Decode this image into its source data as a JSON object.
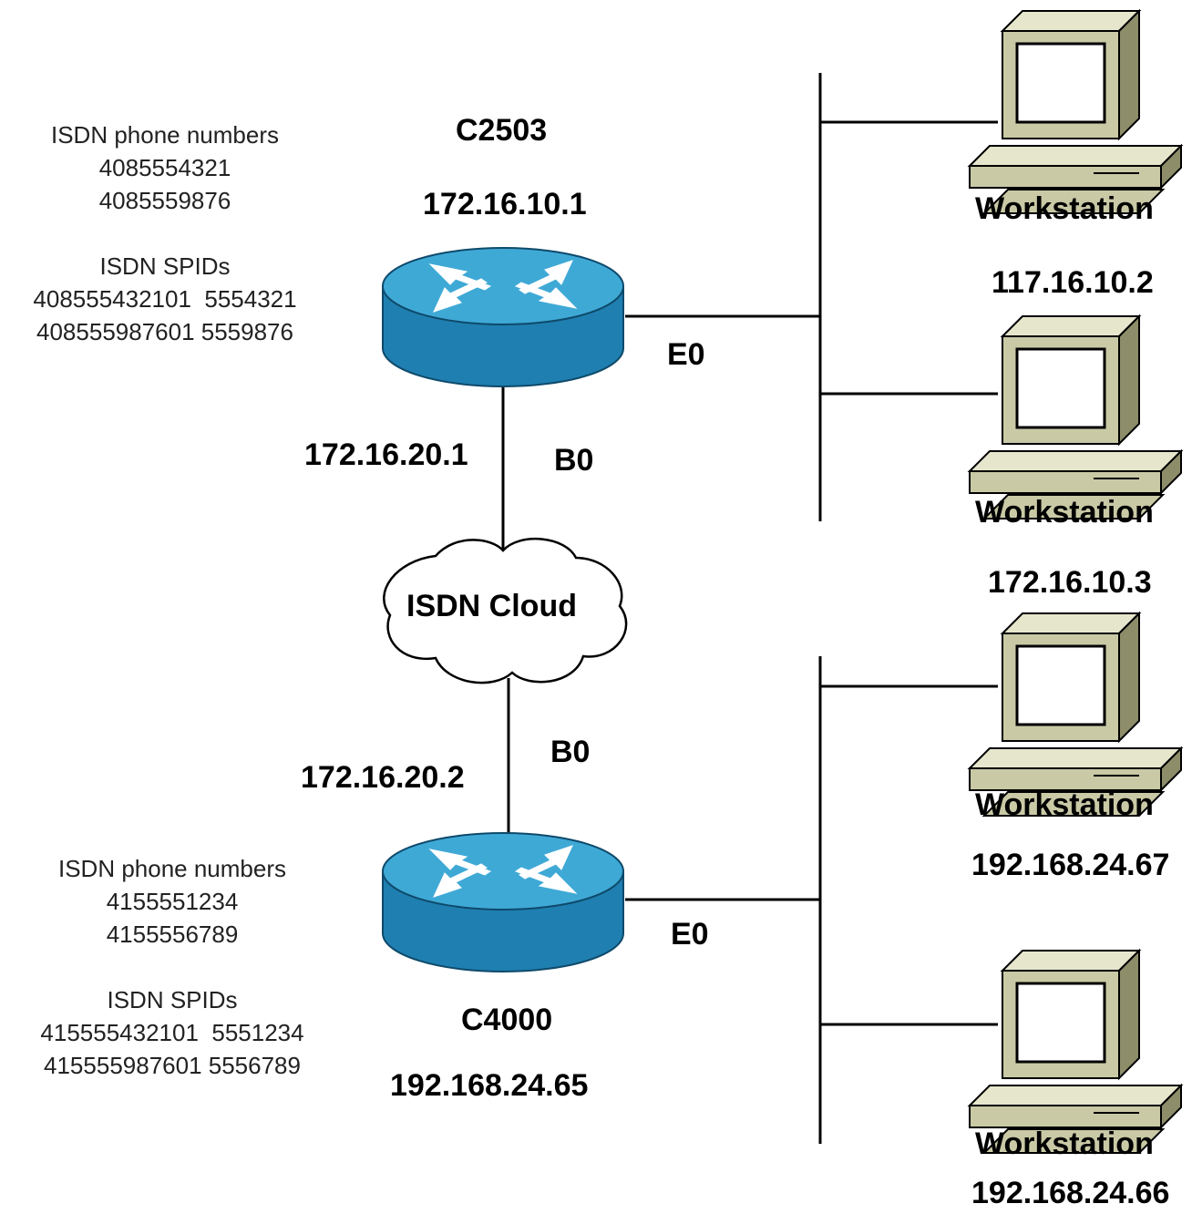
{
  "router_top": {
    "name": "C2503",
    "ip": "172.16.10.1",
    "ethernet_label": "E0",
    "bri_label": "B0",
    "bri_ip": "172.16.20.1",
    "phone_title": "ISDN phone numbers",
    "phones": [
      "4085554321",
      "4085559876"
    ],
    "spid_title": "ISDN SPIDs",
    "spids": [
      "408555432101  5554321",
      "408555987601 5559876"
    ]
  },
  "router_bottom": {
    "name": "C4000",
    "ip": "192.168.24.65",
    "ethernet_label": "E0",
    "bri_label": "B0",
    "bri_ip": "172.16.20.2",
    "phone_title": "ISDN phone numbers",
    "phones": [
      "4155551234",
      "4155556789"
    ],
    "spid_title": "ISDN SPIDs",
    "spids": [
      "415555432101  5551234",
      "415555987601 5556789"
    ]
  },
  "cloud": {
    "label": "ISDN Cloud"
  },
  "workstations": [
    {
      "name": "Workstation",
      "ip": "117.16.10.2"
    },
    {
      "name": "Workstation",
      "ip": "172.16.10.3"
    },
    {
      "name": "Workstation",
      "ip": "192.168.24.67"
    },
    {
      "name": "Workstation",
      "ip": "192.168.24.66"
    }
  ],
  "colors": {
    "router_top_face": "#3fa9d6",
    "router_side": "#1f7fb0",
    "pc_body": "#c9c9a6",
    "pc_shadow": "#8d8d6a",
    "line": "#000000"
  }
}
